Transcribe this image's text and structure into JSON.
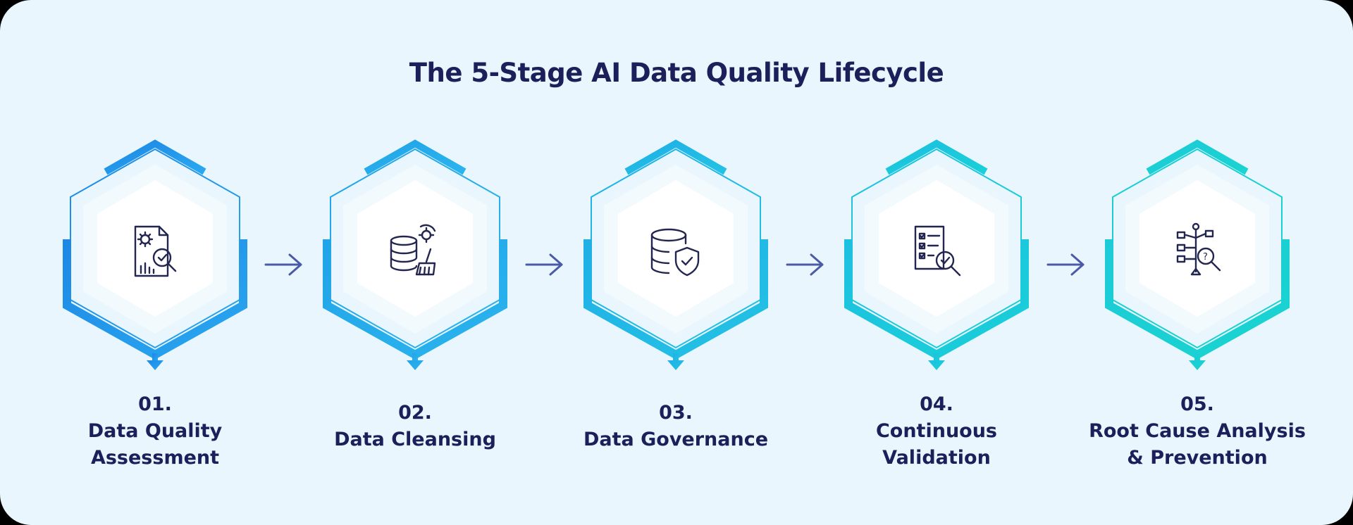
{
  "title": "The 5-Stage AI Data Quality Lifecycle",
  "colors": {
    "background": "#eaf6fd",
    "title_text": "#1c1f5a",
    "arrow": "#4b5aa6",
    "stage_gradients": [
      [
        "#1e88e5",
        "#29a8f0"
      ],
      [
        "#22a4e8",
        "#2ab4ee"
      ],
      [
        "#1fb0e6",
        "#23c2e4"
      ],
      [
        "#1cc0e0",
        "#1ad0d8"
      ],
      [
        "#1ccbd8",
        "#19d4cf"
      ]
    ]
  },
  "stages": [
    {
      "number": "01.",
      "name_line1": "Data Quality",
      "name_line2": "Assessment",
      "icon": "report-magnifier-gear-icon"
    },
    {
      "number": "02.",
      "name_line1": "Data Cleansing",
      "name_line2": "",
      "icon": "database-broom-icon"
    },
    {
      "number": "03.",
      "name_line1": "Data Governance",
      "name_line2": "",
      "icon": "database-shield-icon"
    },
    {
      "number": "04.",
      "name_line1": "Continuous",
      "name_line2": "Validation",
      "icon": "checklist-magnifier-icon"
    },
    {
      "number": "05.",
      "name_line1": "Root Cause Analysis",
      "name_line2": "& Prevention",
      "icon": "flowchart-magnifier-icon"
    }
  ],
  "connectors": [
    "arrow-right-icon",
    "arrow-right-icon",
    "arrow-right-icon",
    "arrow-right-icon"
  ]
}
